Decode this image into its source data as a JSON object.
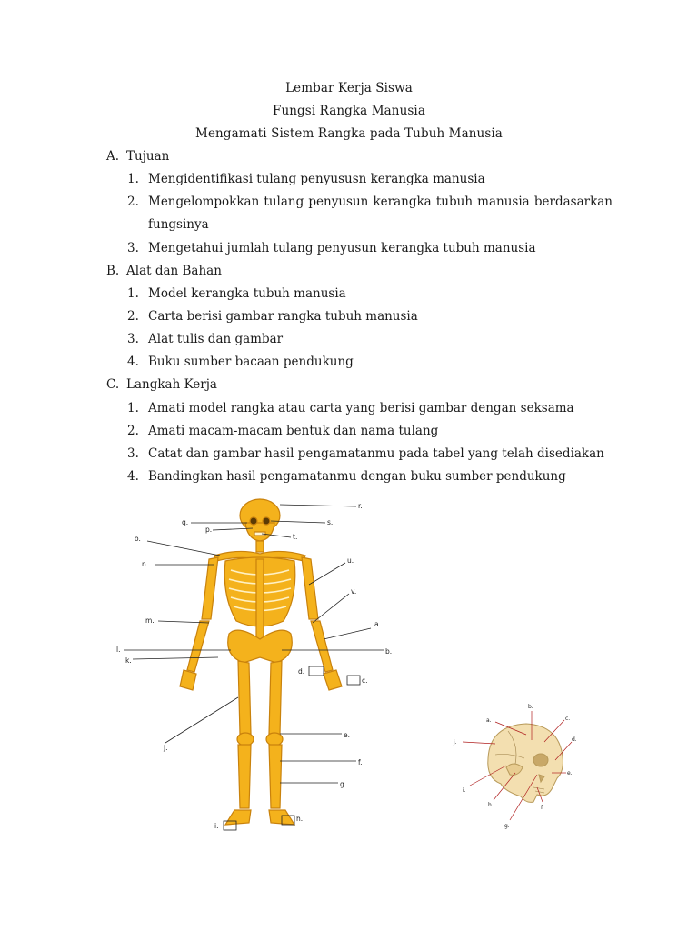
{
  "header": {
    "line1": "Lembar Kerja Siswa",
    "line2": "Fungsi Rangka Manusia",
    "line3": "Mengamati Sistem Rangka pada Tubuh Manusia"
  },
  "sections": {
    "a": {
      "letter": "A.",
      "title": "Tujuan",
      "items": [
        {
          "num": "1.",
          "text": "Mengidentifikasi tulang penyususn kerangka manusia"
        },
        {
          "num": "2.",
          "text": "Mengelompokkan tulang penyusun kerangka tubuh manusia berdasarkan",
          "text_cont": "fungsinya"
        },
        {
          "num": "3.",
          "text": "Mengetahui jumlah tulang penyusun kerangka tubuh manusia"
        }
      ]
    },
    "b": {
      "letter": "B.",
      "title": "Alat dan Bahan",
      "items": [
        {
          "num": "1.",
          "text": "Model kerangka tubuh manusia"
        },
        {
          "num": "2.",
          "text": "Carta berisi gambar rangka tubuh manusia"
        },
        {
          "num": "3.",
          "text": "Alat tulis dan gambar"
        },
        {
          "num": "4.",
          "text": "Buku sumber bacaan pendukung"
        }
      ]
    },
    "c": {
      "letter": "C.",
      "title": "Langkah Kerja",
      "items": [
        {
          "num": "1.",
          "text": "Amati model rangka atau carta yang berisi gambar dengan seksama"
        },
        {
          "num": "2.",
          "text": "Amati macam-macam bentuk dan nama tulang"
        },
        {
          "num": "3.",
          "text": "Catat dan gambar hasil pengamatanmu pada tabel yang telah disediakan"
        },
        {
          "num": "4.",
          "text": "Bandingkan hasil pengamatanmu dengan buku sumber pendukung"
        }
      ]
    }
  },
  "skeleton_labels": {
    "r": "r.",
    "q": "q.",
    "s": "s.",
    "p": "p.",
    "t": "t.",
    "o": "o.",
    "n": "n.",
    "u": "u.",
    "v": "v.",
    "m": "m.",
    "a": "a.",
    "l": "l.",
    "b": "b.",
    "k": "k.",
    "d": "d.",
    "c": "c.",
    "e": "e.",
    "j": "j.",
    "f": "f.",
    "g": "g.",
    "i": "i.",
    "h": "h."
  },
  "skull_labels": {
    "b": "b.",
    "a": "a.",
    "c": "c.",
    "j": "j.",
    "d": "d.",
    "e": "e.",
    "i": "i.",
    "h": "h.",
    "f": "f.",
    "g": "g."
  },
  "colors": {
    "bone": "#f4b21c",
    "bone_dark": "#c9820c",
    "skull_bone": "#f3dfb0",
    "text": "#1a1a1a"
  }
}
